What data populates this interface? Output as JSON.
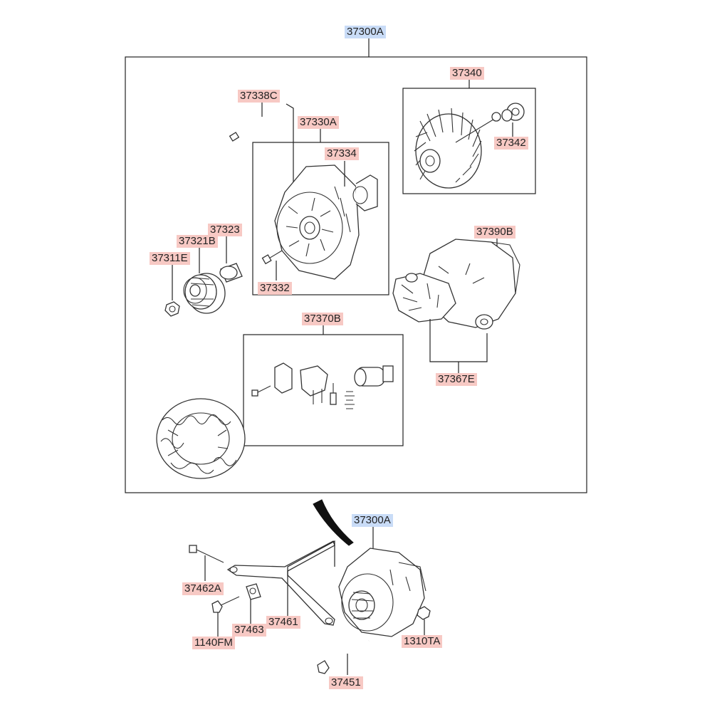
{
  "labels": {
    "top_assembly": "37300A",
    "rotor": "37340",
    "bearing": "37342",
    "through_bolt": "37338C",
    "front_bracket": "37330A",
    "front_bearing": "37334",
    "pulley_spacer": "37323",
    "pulley": "37321B",
    "pulley_nut": "37311E",
    "bracket_screw": "37332",
    "rear_bracket": "37390B",
    "brush_holder": "37370B",
    "rectifier": "37367E",
    "assembly_bottom": "37300A",
    "bolt_a": "37462A",
    "brace": "37461",
    "bushing": "37463",
    "flange_bolt": "1140FM",
    "nut": "1310TA",
    "long_bolt": "37451"
  },
  "colors": {
    "label_red": "#f7c9c4",
    "label_blue": "#c9dcf7",
    "line": "#222222"
  }
}
